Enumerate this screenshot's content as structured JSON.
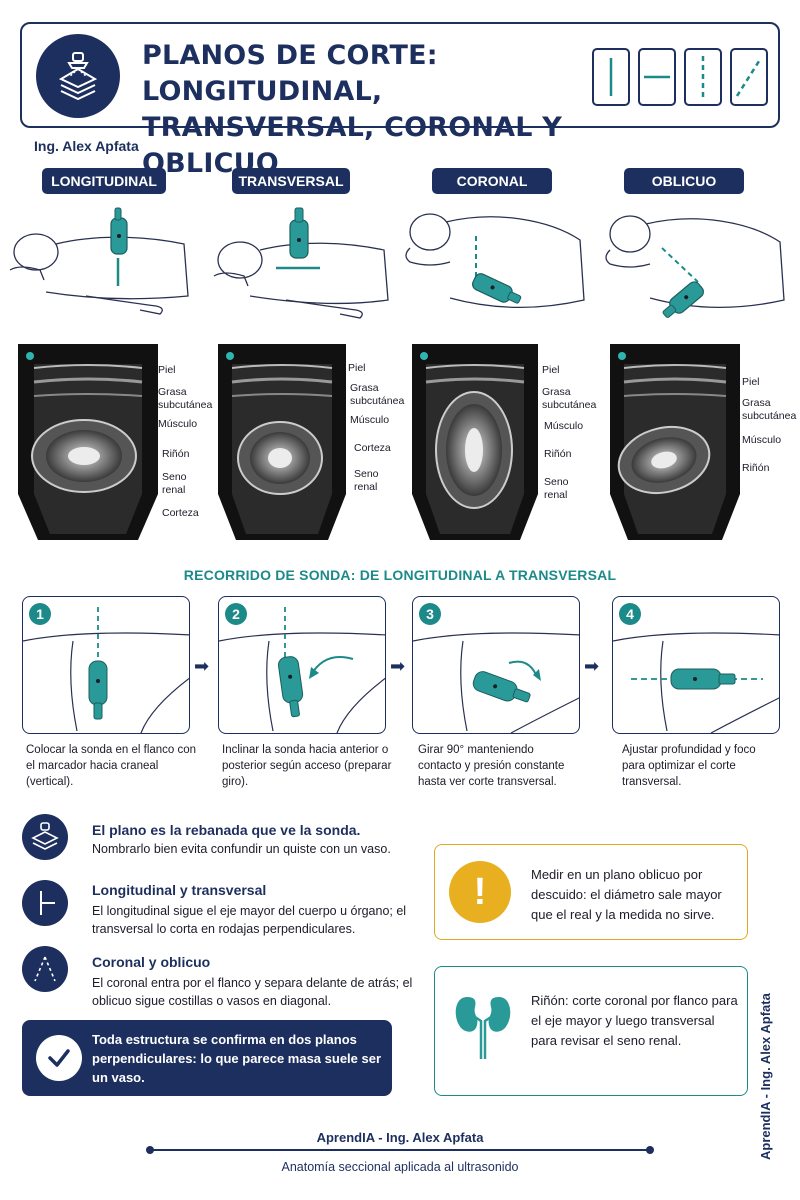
{
  "header": {
    "title": "PLANOS DE CORTE: LONGITUDINAL, TRANSVERSAL, CORONAL Y OBLICUO",
    "logo_icon": "ultrasound-layers-icon",
    "plane_icons": [
      "vertical-line-icon",
      "horizontal-line-icon",
      "dashed-vertical-icon",
      "diagonal-dashed-icon"
    ]
  },
  "author": "Ing. Alex Apfata",
  "planes": [
    {
      "label": "LONGITUDINAL",
      "us_labels": [
        "Piel",
        "Grasa subcutánea",
        "Músculo",
        "Riñón",
        "Seno renal",
        "Corteza"
      ]
    },
    {
      "label": "TRANSVERSAL",
      "us_labels": [
        "Piel",
        "Grasa subcutánea",
        "Músculo",
        "Corteza",
        "Seno renal"
      ]
    },
    {
      "label": "CORONAL",
      "us_labels": [
        "Piel",
        "Grasa subcutánea",
        "Músculo",
        "Riñón",
        "Seno renal"
      ]
    },
    {
      "label": "OBLICUO",
      "us_labels": [
        "Piel",
        "Grasa subcutánea",
        "Músculo",
        "Riñón"
      ]
    }
  ],
  "sweep": {
    "title": "RECORRIDO DE SONDA: DE LONGITUDINAL A TRANSVERSAL",
    "steps": [
      {
        "num": "1",
        "text": "Colocar la sonda en el flanco con el marcador hacia craneal (vertical)."
      },
      {
        "num": "2",
        "text": "Inclinar la sonda hacia anterior o posterior según acceso (preparar giro)."
      },
      {
        "num": "3",
        "text": "Girar 90° manteniendo contacto y presión constante hasta ver corte transversal."
      },
      {
        "num": "4",
        "text": "Ajustar profundidad y foco para optimizar el corte transversal."
      }
    ]
  },
  "info": [
    {
      "icon": "layers-probe-icon",
      "title": "El plano es la rebanada que ve la sonda.",
      "body": "Nombrarlo bien evita confundir un quiste con un vaso."
    },
    {
      "icon": "axis-cross-icon",
      "title": "Longitudinal y transversal",
      "body": "El longitudinal sigue el eje mayor del cuerpo u órgano; el transversal lo corta en rodajas perpendiculares."
    },
    {
      "icon": "dashed-diagonal-icon",
      "title": "Coronal y oblicuo",
      "body": "El coronal entra por el flanco y separa delante de atrás; el oblicuo sigue costillas o vasos en diagonal."
    }
  ],
  "confirm": "Toda estructura se confirma en dos planos perpendiculares: lo que parece masa suele ser un vaso.",
  "warning": "Medir en un plano oblicuo por descuido: el diámetro sale mayor que el real y la medida no sirve.",
  "kidney_tip": "Riñón: corte coronal por flanco para el eje mayor y luego transversal para revisar el seno renal.",
  "side_brand": "AprendIA - Ing. Alex Apfata",
  "footer": {
    "brand": "AprendIA - Ing. Alex Apfata",
    "subtitle": "Anatomía seccional aplicada al ultrasonido"
  },
  "colors": {
    "navy": "#1d2f5e",
    "teal": "#1d8a8a",
    "amber": "#e8b020"
  }
}
